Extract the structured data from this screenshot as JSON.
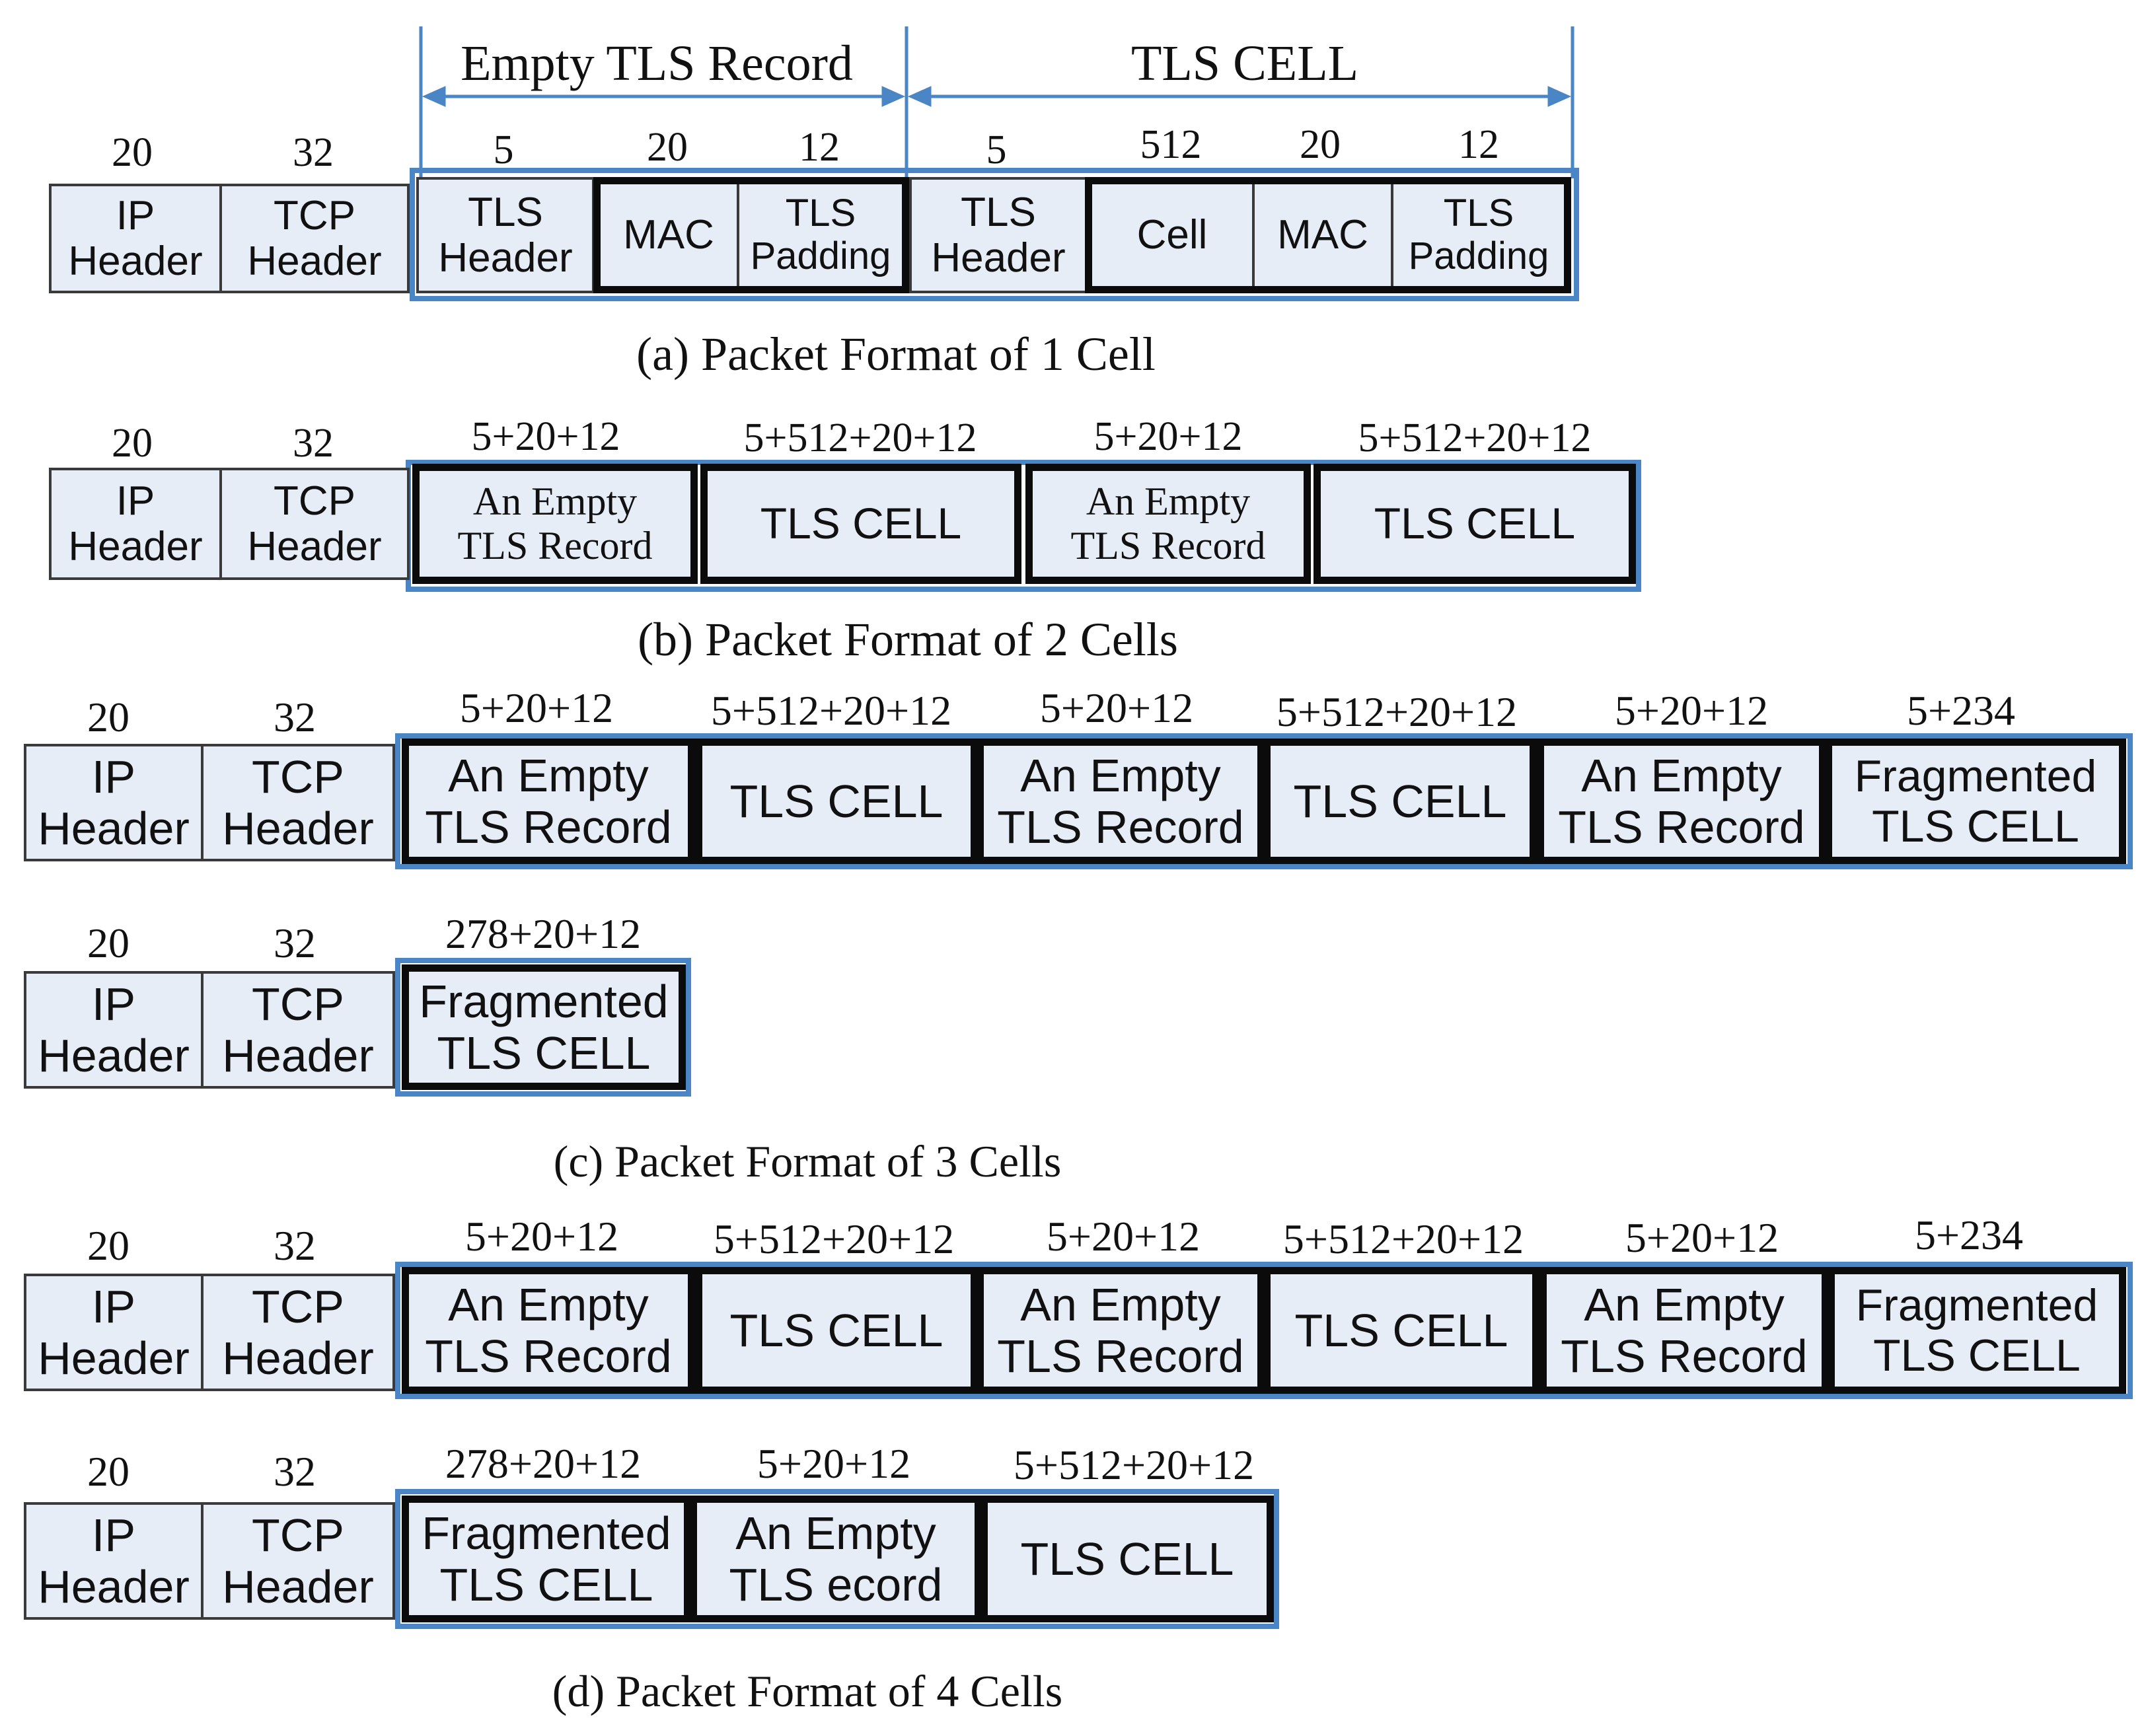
{
  "span_labels": {
    "empty_tls_record": "Empty TLS Record",
    "tls_cell": "TLS CELL"
  },
  "colors": {
    "box_fill": "#e6edf7",
    "accent_blue": "#4a86c5",
    "border_dark": "#0b0b0b"
  },
  "rows": [
    {
      "caption": "(a) Packet Format of 1 Cell",
      "segments": [
        {
          "label": "IP\nHeader",
          "size": "20"
        },
        {
          "label": "TCP\nHeader",
          "size": "32"
        },
        {
          "label": "TLS\nHeader",
          "size": "5"
        },
        {
          "label": "MAC",
          "size": "20"
        },
        {
          "label": "TLS\nPadding",
          "size": "12"
        },
        {
          "label": "TLS\nHeader",
          "size": "5"
        },
        {
          "label": "Cell",
          "size": "512"
        },
        {
          "label": "MAC",
          "size": "20"
        },
        {
          "label": "TLS\nPadding",
          "size": "12"
        }
      ]
    },
    {
      "caption": "(b) Packet Format of 2 Cells",
      "segments": [
        {
          "label": "IP\nHeader",
          "size": "20"
        },
        {
          "label": "TCP\nHeader",
          "size": "32"
        },
        {
          "label": "An Empty\nTLS Record",
          "size": "5+20+12"
        },
        {
          "label": "TLS CELL",
          "size": "5+512+20+12"
        },
        {
          "label": "An Empty\nTLS Record",
          "size": "5+20+12"
        },
        {
          "label": "TLS CELL",
          "size": "5+512+20+12"
        }
      ]
    },
    {
      "caption": "",
      "segments": [
        {
          "label": "IP\nHeader",
          "size": "20"
        },
        {
          "label": "TCP\nHeader",
          "size": "32"
        },
        {
          "label": "An Empty\nTLS Record",
          "size": "5+20+12"
        },
        {
          "label": "TLS CELL",
          "size": "5+512+20+12"
        },
        {
          "label": "An Empty\nTLS Record",
          "size": "5+20+12"
        },
        {
          "label": "TLS CELL",
          "size": "5+512+20+12"
        },
        {
          "label": "An Empty\nTLS Record",
          "size": "5+20+12"
        },
        {
          "label": "Fragmented\nTLS CELL",
          "size": "5+234"
        }
      ]
    },
    {
      "caption": "(c) Packet Format of 3 Cells",
      "segments": [
        {
          "label": "IP\nHeader",
          "size": "20"
        },
        {
          "label": "TCP\nHeader",
          "size": "32"
        },
        {
          "label": "Fragmented\nTLS CELL",
          "size": "278+20+12"
        }
      ]
    },
    {
      "caption": "",
      "segments": [
        {
          "label": "IP\nHeader",
          "size": "20"
        },
        {
          "label": "TCP\nHeader",
          "size": "32"
        },
        {
          "label": "An Empty\nTLS Record",
          "size": "5+20+12"
        },
        {
          "label": "TLS CELL",
          "size": "5+512+20+12"
        },
        {
          "label": "An Empty\nTLS Record",
          "size": "5+20+12"
        },
        {
          "label": "TLS CELL",
          "size": "5+512+20+12"
        },
        {
          "label": "An Empty\nTLS Record",
          "size": "5+20+12"
        },
        {
          "label": "Fragmented\nTLS CELL",
          "size": "5+234"
        }
      ]
    },
    {
      "caption": "(d) Packet Format of 4 Cells",
      "segments": [
        {
          "label": "IP\nHeader",
          "size": "20"
        },
        {
          "label": "TCP\nHeader",
          "size": "32"
        },
        {
          "label": "Fragmented\nTLS CELL",
          "size": "278+20+12"
        },
        {
          "label": "An Empty\nTLS ecord",
          "size": "5+20+12"
        },
        {
          "label": "TLS CELL",
          "size": "5+512+20+12"
        }
      ]
    }
  ]
}
